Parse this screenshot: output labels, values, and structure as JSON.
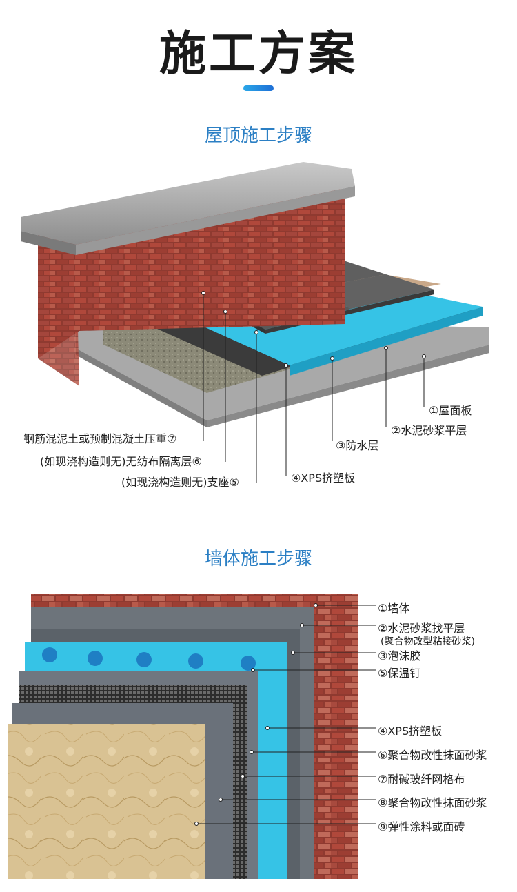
{
  "page": {
    "title": "施工方案",
    "accent": "#2aa7e8"
  },
  "roof": {
    "section_title": "屋顶施工步骤",
    "labels": [
      "①屋面板",
      "②水泥砂浆平层",
      "③防水层",
      "④XPS挤塑板",
      "(如现浇构造则无)支座⑤",
      "(如现浇构造则无)无纺布隔离层⑥",
      "钢筋混泥土或预制混凝土压重⑦"
    ]
  },
  "wall": {
    "section_title": "墙体施工步骤",
    "labels": [
      "①墙体",
      "②水泥砂浆找平层",
      "(聚合物改型粘接砂浆)",
      "③泡沫胶",
      "⑤保温钉",
      "④XPS挤塑板",
      "⑥聚合物改性抹面砂浆",
      "⑦耐碱玻纤网格布",
      "⑧聚合物改性抹面砂浆",
      "⑨弹性涂料或面砖"
    ]
  },
  "colors": {
    "brick": "#a8463a",
    "concrete": "#9a9a9a",
    "xps": "#36c3e6",
    "slab": "#5a5a5a",
    "stone": "#d8c08e"
  }
}
